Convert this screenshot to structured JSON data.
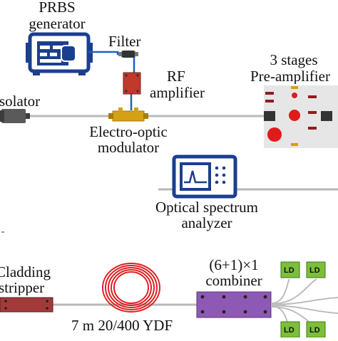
{
  "labels": {
    "prbs_line1": "PRBS",
    "prbs_line2": "generator",
    "filter": "Filter",
    "rf_line1": "RF",
    "rf_line2": "amplifier",
    "isolator": "Isolator",
    "eom_line1": "Electro-optic",
    "eom_line2": "modulator",
    "preamp_line1": "3 stages",
    "preamp_line2": "Pre-amplifier",
    "osa_line1": "Optical spectrum",
    "osa_line2": "analyzer",
    "stripper_line1": "Cladding",
    "stripper_line2": "stripper",
    "combiner_line1": "(6+1)×1",
    "combiner_line2": "combiner",
    "fiber": "7 m 20/400 YDF",
    "ld": "LD"
  },
  "colors": {
    "fiber": "#b0b0b0",
    "electrical": "#1f5fbf",
    "instrument": "#1b3f8f",
    "rf_amp": "#c0392b",
    "eom": "#d4a017",
    "isolator": "#555555",
    "preamp_box": "#e6e6e6",
    "preamp_dot": "#e11b1b",
    "coil": "#e02020",
    "combiner": "#8e59b5",
    "stripper": "#a33a3a",
    "ld": "#7bbf3a"
  }
}
